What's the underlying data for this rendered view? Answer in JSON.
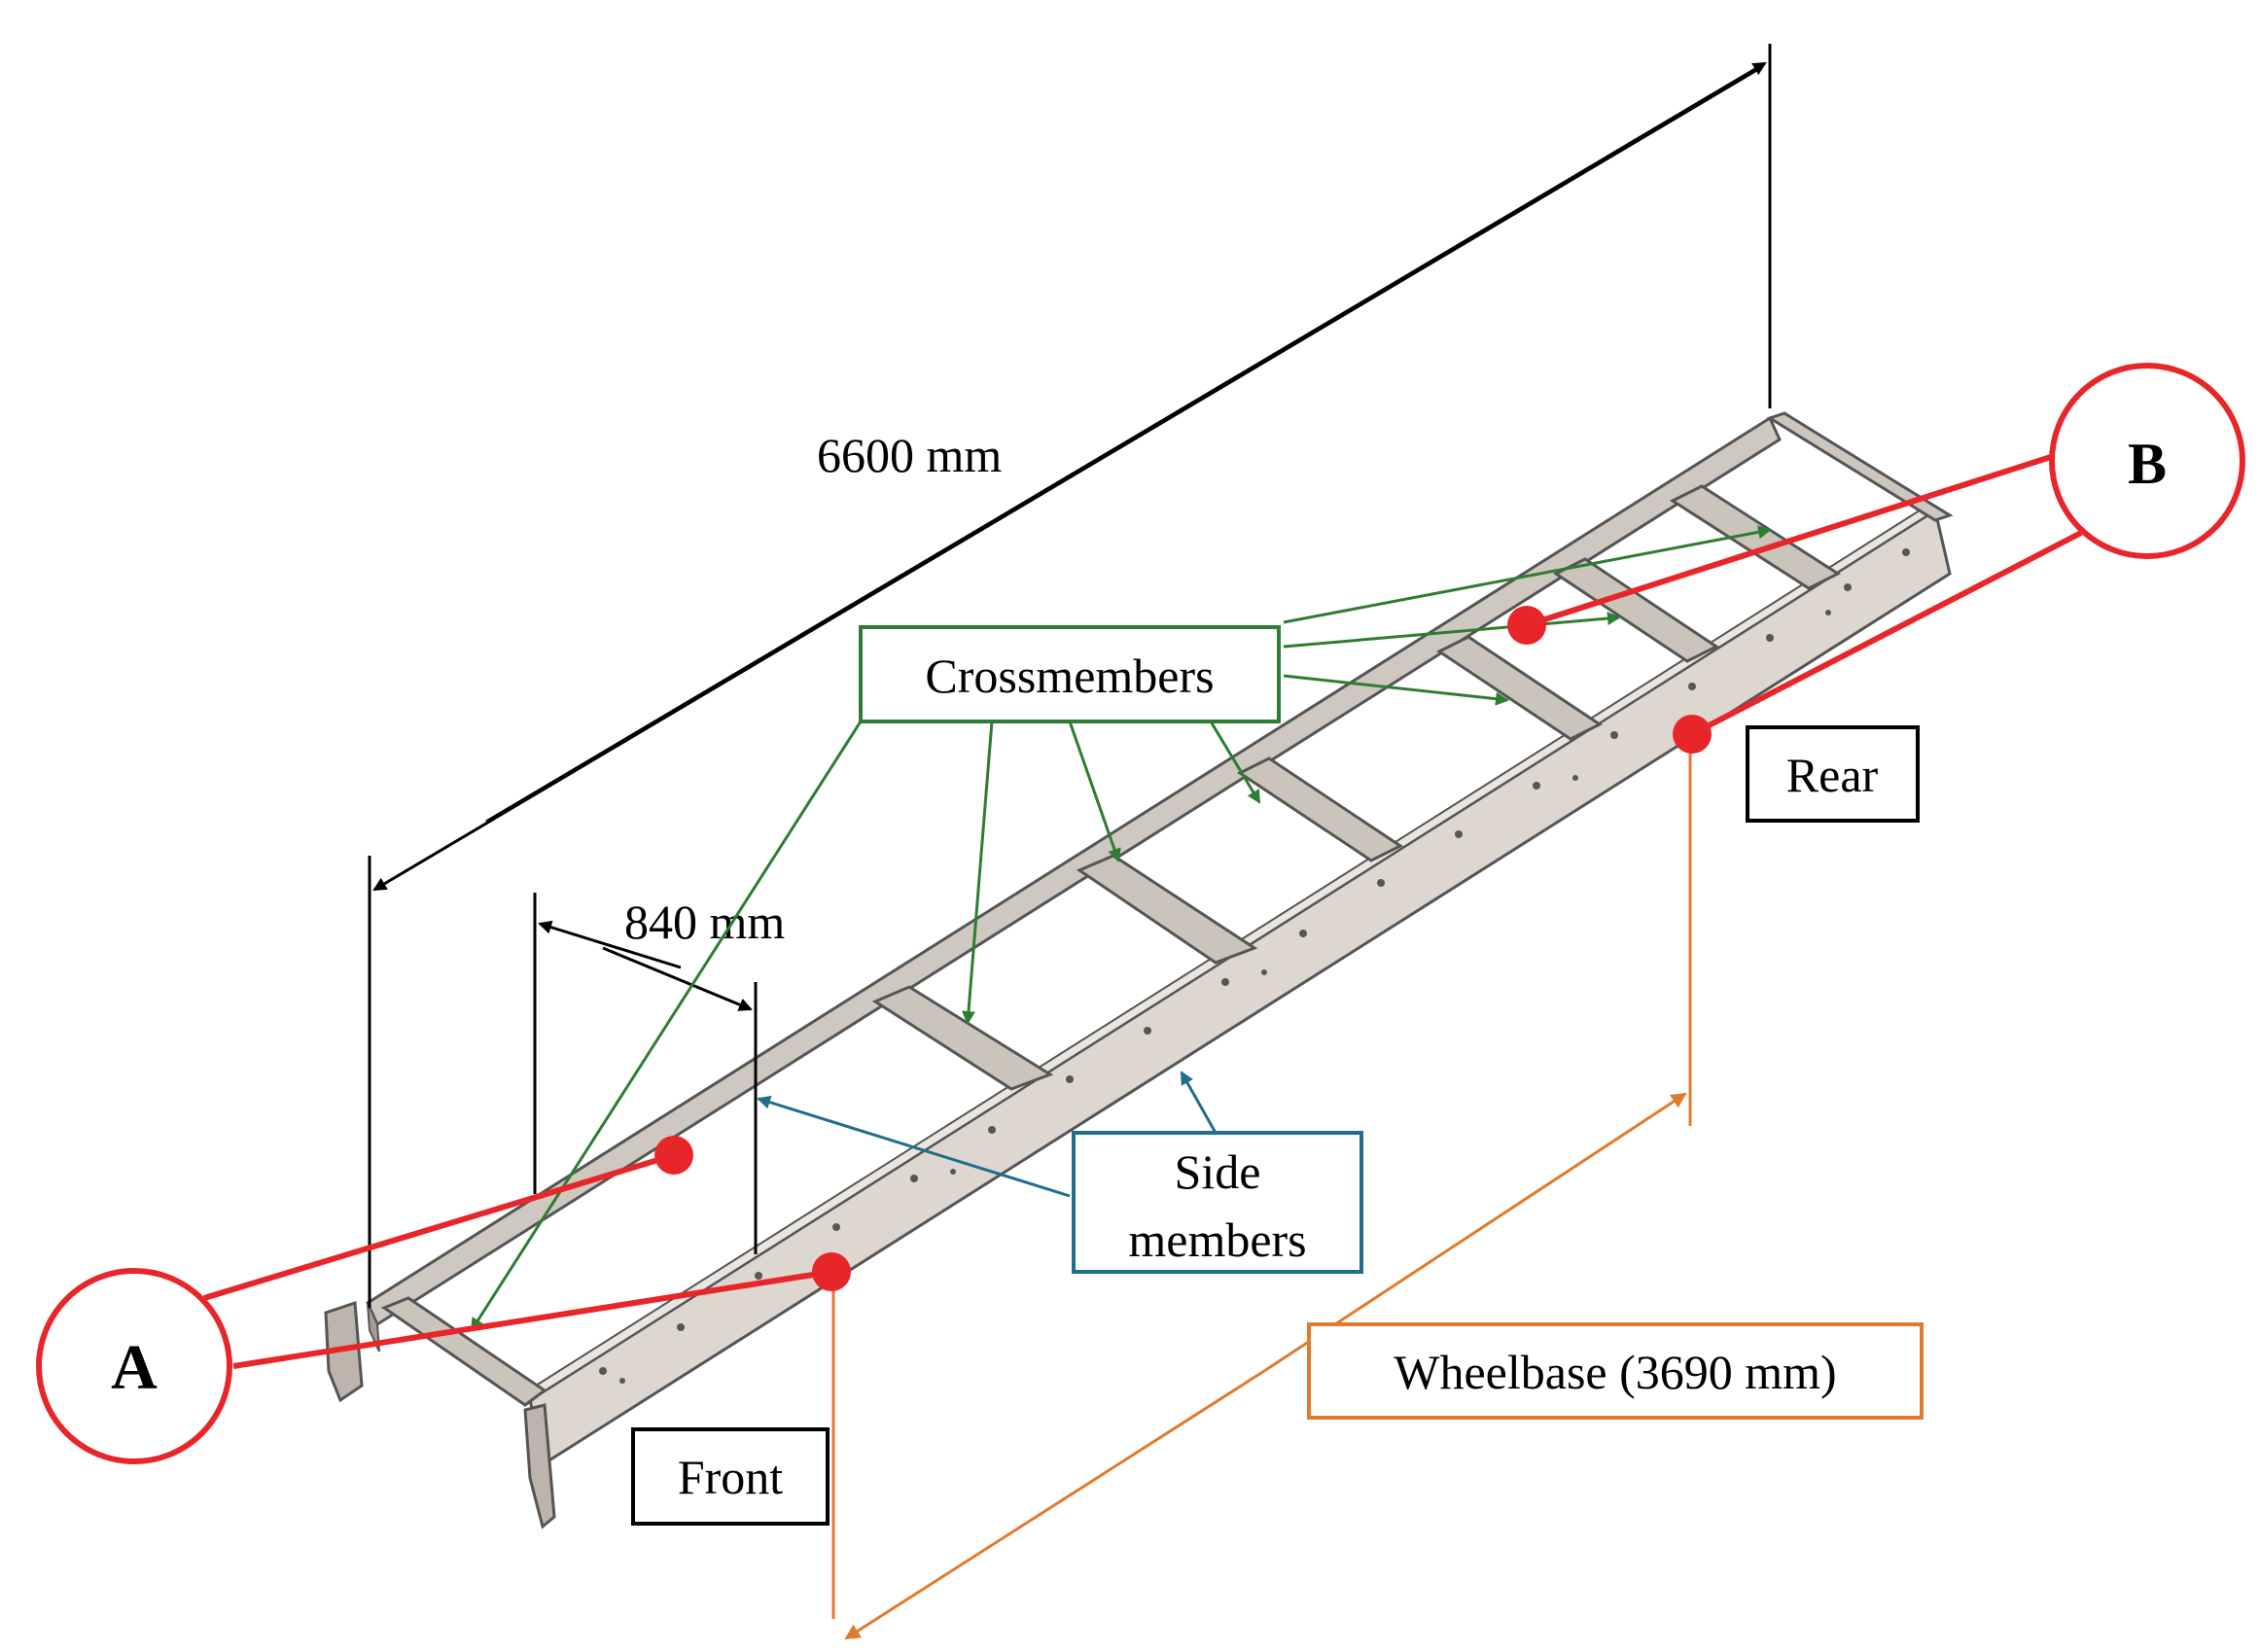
{
  "dimensions": {
    "overall_length": "6600 mm",
    "front_overhang": "840 mm",
    "wheelbase": "Wheelbase (3690 mm)"
  },
  "labels": {
    "crossmembers": "Crossmembers",
    "side_members_line1": "Side",
    "side_members_line2": "members",
    "front": "Front",
    "rear": "Rear"
  },
  "callouts": {
    "a": "A",
    "b": "B"
  },
  "colors": {
    "callout_red": "#e8262a",
    "crossmember_green": "#2e7d32",
    "side_member_blue": "#1f6e8c",
    "wheelbase_orange": "#e07b2e",
    "dimension_black": "#000000",
    "frame_fill": "#d8d2cb"
  }
}
